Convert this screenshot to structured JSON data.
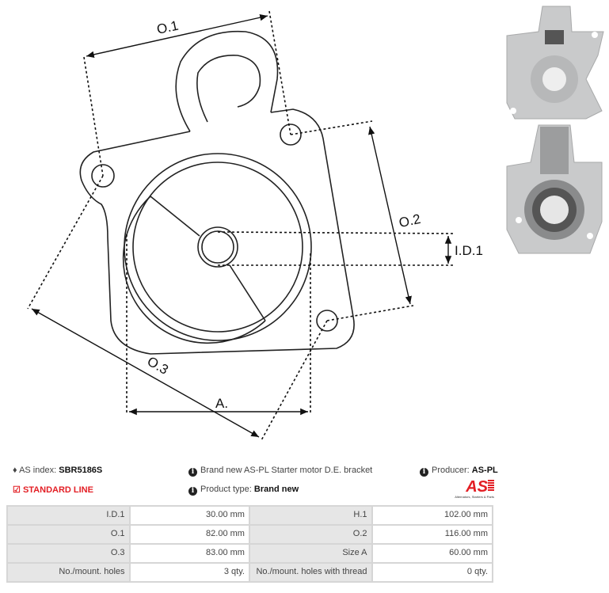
{
  "diagram": {
    "labels": {
      "o1": "O.1",
      "o2": "O.2",
      "o3": "O.3",
      "a": "A.",
      "id1": "I.D.1"
    }
  },
  "info": {
    "as_index_label": "AS index:",
    "as_index_value": "SBR5186S",
    "description": "Brand new AS-PL Starter motor D.E. bracket",
    "producer_label": "Producer:",
    "producer_value": "AS-PL",
    "line": "STANDARD LINE",
    "product_type_label": "Product type:",
    "product_type_value": "Brand new",
    "logo_text": "AS",
    "logo_tagline": "Alternators, Starters & Parts"
  },
  "specs": [
    [
      {
        "label": "I.D.1",
        "value": "30.00 mm"
      },
      {
        "label": "H.1",
        "value": "102.00 mm"
      }
    ],
    [
      {
        "label": "O.1",
        "value": "82.00 mm"
      },
      {
        "label": "O.2",
        "value": "116.00 mm"
      }
    ],
    [
      {
        "label": "O.3",
        "value": "83.00 mm"
      },
      {
        "label": "Size A",
        "value": "60.00 mm"
      }
    ],
    [
      {
        "label": "No./mount. holes",
        "value": "3 qty."
      },
      {
        "label": "No./mount. holes with thread",
        "value": "0 qty."
      }
    ]
  ],
  "colors": {
    "accent": "#e31e24",
    "label_bg": "#e6e6e6",
    "border": "#d6d6d6"
  }
}
